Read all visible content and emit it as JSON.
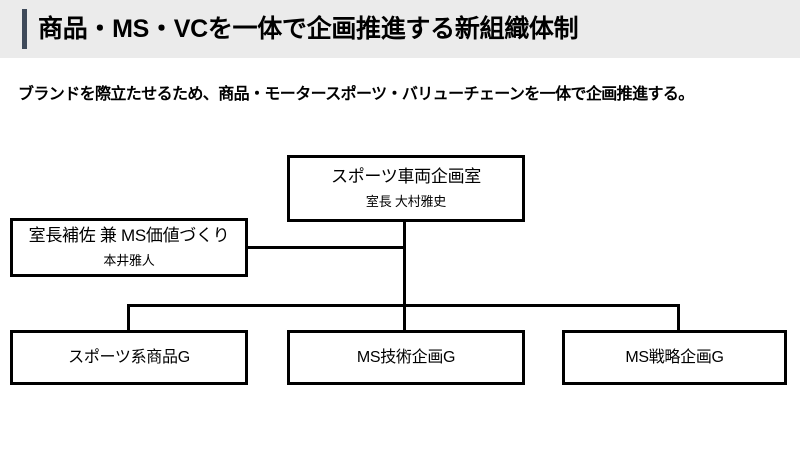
{
  "header": {
    "title": "商品・MS・VCを一体で企画推進する新組織体制",
    "accent_color": "#3f4a5a",
    "band_color": "#ebebeb"
  },
  "subtitle": "ブランドを際立たせるため、商品・モータースポーツ・バリューチェーンを一体で企画推進する。",
  "org_chart": {
    "root": {
      "title": "スポーツ車両企画室",
      "person": "室長 大村雅史"
    },
    "deputy": {
      "title": "室長補佐 兼 MS価値づくり",
      "person": "本井雅人"
    },
    "groups": [
      {
        "title": "スポーツ系商品G"
      },
      {
        "title": "MS技術企画G"
      },
      {
        "title": "MS戦略企画G"
      }
    ]
  }
}
